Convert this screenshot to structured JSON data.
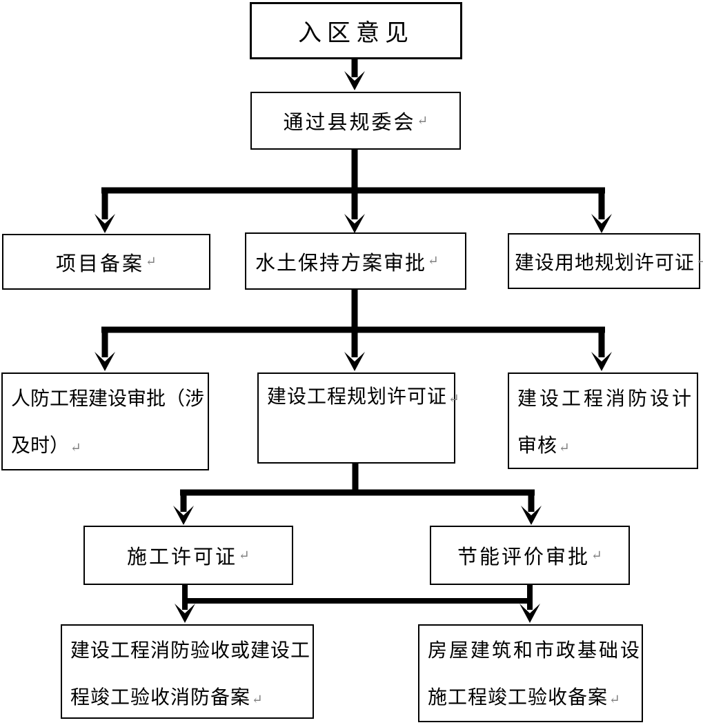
{
  "diagram": {
    "title": "construction-project approval flowchart",
    "return_mark": "↵",
    "colors": {
      "background": "#ffffff",
      "line": "#000000",
      "text": "#000000",
      "return_mark": "#808080"
    },
    "nodes": {
      "entry_opinion": {
        "lines": [
          "入区意见"
        ]
      },
      "county_committee": {
        "lines": [
          "通过县规委会"
        ]
      },
      "project_filing": {
        "lines": [
          "项目备案"
        ]
      },
      "soil_water_approval": {
        "lines": [
          "水土保持方案审批"
        ]
      },
      "land_planning_permit": {
        "lines": [
          "建设用地规划许可证"
        ]
      },
      "civil_defense_approval": {
        "lines": [
          "人防工程建设审批（涉",
          "及时）"
        ]
      },
      "construction_planning_permit": {
        "lines": [
          "建设工程规划许可证"
        ]
      },
      "fire_design_review": {
        "lines": [
          "建设工程消防设计",
          "审核"
        ]
      },
      "construction_permit": {
        "lines": [
          "施工许可证"
        ]
      },
      "energy_evaluation_approval": {
        "lines": [
          "节能评价审批"
        ]
      },
      "fire_acceptance_filing": {
        "lines": [
          "建设工程消防验收或建设工",
          "程竣工验收消防备案"
        ]
      },
      "completion_acceptance_filing": {
        "lines": [
          "房屋建筑和市政基础设",
          "施工程竣工验收备案"
        ]
      }
    },
    "edges": [
      {
        "from": "entry_opinion",
        "to": "county_committee"
      },
      {
        "from": "county_committee",
        "to": "project_filing"
      },
      {
        "from": "county_committee",
        "to": "soil_water_approval"
      },
      {
        "from": "county_committee",
        "to": "land_planning_permit"
      },
      {
        "from": "soil_water_approval",
        "to": "civil_defense_approval"
      },
      {
        "from": "soil_water_approval",
        "to": "construction_planning_permit"
      },
      {
        "from": "soil_water_approval",
        "to": "fire_design_review"
      },
      {
        "from": "construction_planning_permit",
        "to": "construction_permit"
      },
      {
        "from": "construction_planning_permit",
        "to": "energy_evaluation_approval"
      },
      {
        "from": "construction_permit",
        "to": "fire_acceptance_filing"
      },
      {
        "from": "energy_evaluation_approval",
        "to": "completion_acceptance_filing"
      }
    ]
  }
}
